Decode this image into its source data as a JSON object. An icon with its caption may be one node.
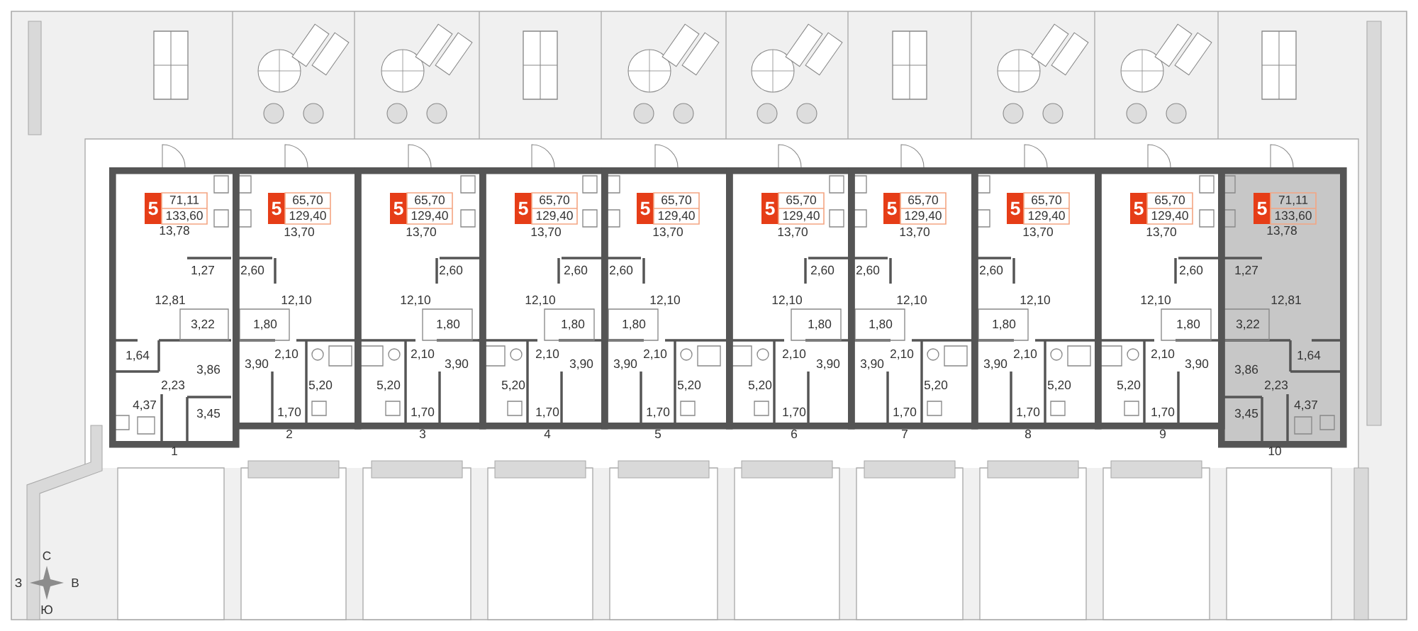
{
  "diagram": {
    "nodes": [
      {
        "text": [
          "1"
        ]
      },
      {
        "text": [
          "5",
          "71,11",
          "133,60"
        ],
        "in": 0
      },
      {
        "text": [
          "2"
        ]
      },
      {
        "text": [
          "5",
          "65,70",
          "129,40"
        ],
        "in": 2
      },
      {
        "text": [
          "3"
        ]
      },
      {
        "text": [
          "5",
          "65,70",
          "129,40"
        ],
        "in": 4
      },
      {
        "text": [
          "4"
        ]
      },
      {
        "text": [
          "5",
          "65,70",
          "129,40"
        ],
        "in": 6
      },
      {
        "text": [
          "5"
        ]
      },
      {
        "text": [
          "5",
          "65,70",
          "129,40"
        ],
        "in": 8
      },
      {
        "text": [
          "6"
        ]
      },
      {
        "text": [
          "5",
          "65,70",
          "129,40"
        ],
        "in": 10
      },
      {
        "text": [
          "7"
        ]
      },
      {
        "text": [
          "5",
          "65,70",
          "129,40"
        ],
        "in": 12
      },
      {
        "text": [
          "8"
        ]
      },
      {
        "text": [
          "5",
          "65,70",
          "129,40"
        ],
        "in": 14
      },
      {
        "text": [
          "9"
        ]
      },
      {
        "text": [
          "5",
          "65,70",
          "129,40"
        ],
        "in": 16
      },
      {
        "text": [
          "10"
        ]
      },
      {
        "text": [
          "5",
          "71,11",
          "133,60"
        ],
        "in": 18
      }
    ],
    "labels": [
      "13,78",
      "1,27",
      "12,81",
      "3,22",
      "1,64",
      "3,86",
      "2,23",
      "4,37",
      "3,45",
      "13,70",
      "2,60",
      "12,10",
      "1,80",
      "2,10",
      "3,90",
      "5,20",
      "1,70",
      "13,70",
      "2,60",
      "12,10",
      "1,80",
      "2,10",
      "3,90",
      "5,20",
      "1,70",
      "13,70",
      "2,60",
      "12,10",
      "1,80",
      "2,10",
      "3,90",
      "5,20",
      "1,70",
      "13,70",
      "2,60",
      "12,10",
      "1,80",
      "2,10",
      "3,90",
      "5,20",
      "1,70",
      "13,70",
      "2,60",
      "12,10",
      "1,80",
      "2,10",
      "3,90",
      "5,20",
      "1,70",
      "13,70",
      "2,60",
      "12,10",
      "1,80",
      "2,10",
      "3,90",
      "5,20",
      "1,70",
      "13,70",
      "2,60",
      "12,10",
      "1,80",
      "2,10",
      "3,90",
      "5,20",
      "1,70",
      "13,70",
      "2,60",
      "12,10",
      "1,80",
      "2,10",
      "3,90",
      "5,20",
      "1,70",
      "13,78",
      "1,27",
      "12,81",
      "3,22",
      "1,64",
      "3,86",
      "2,23",
      "4,37",
      "3,45",
      "С",
      "З",
      "В",
      "Ю"
    ]
  }
}
